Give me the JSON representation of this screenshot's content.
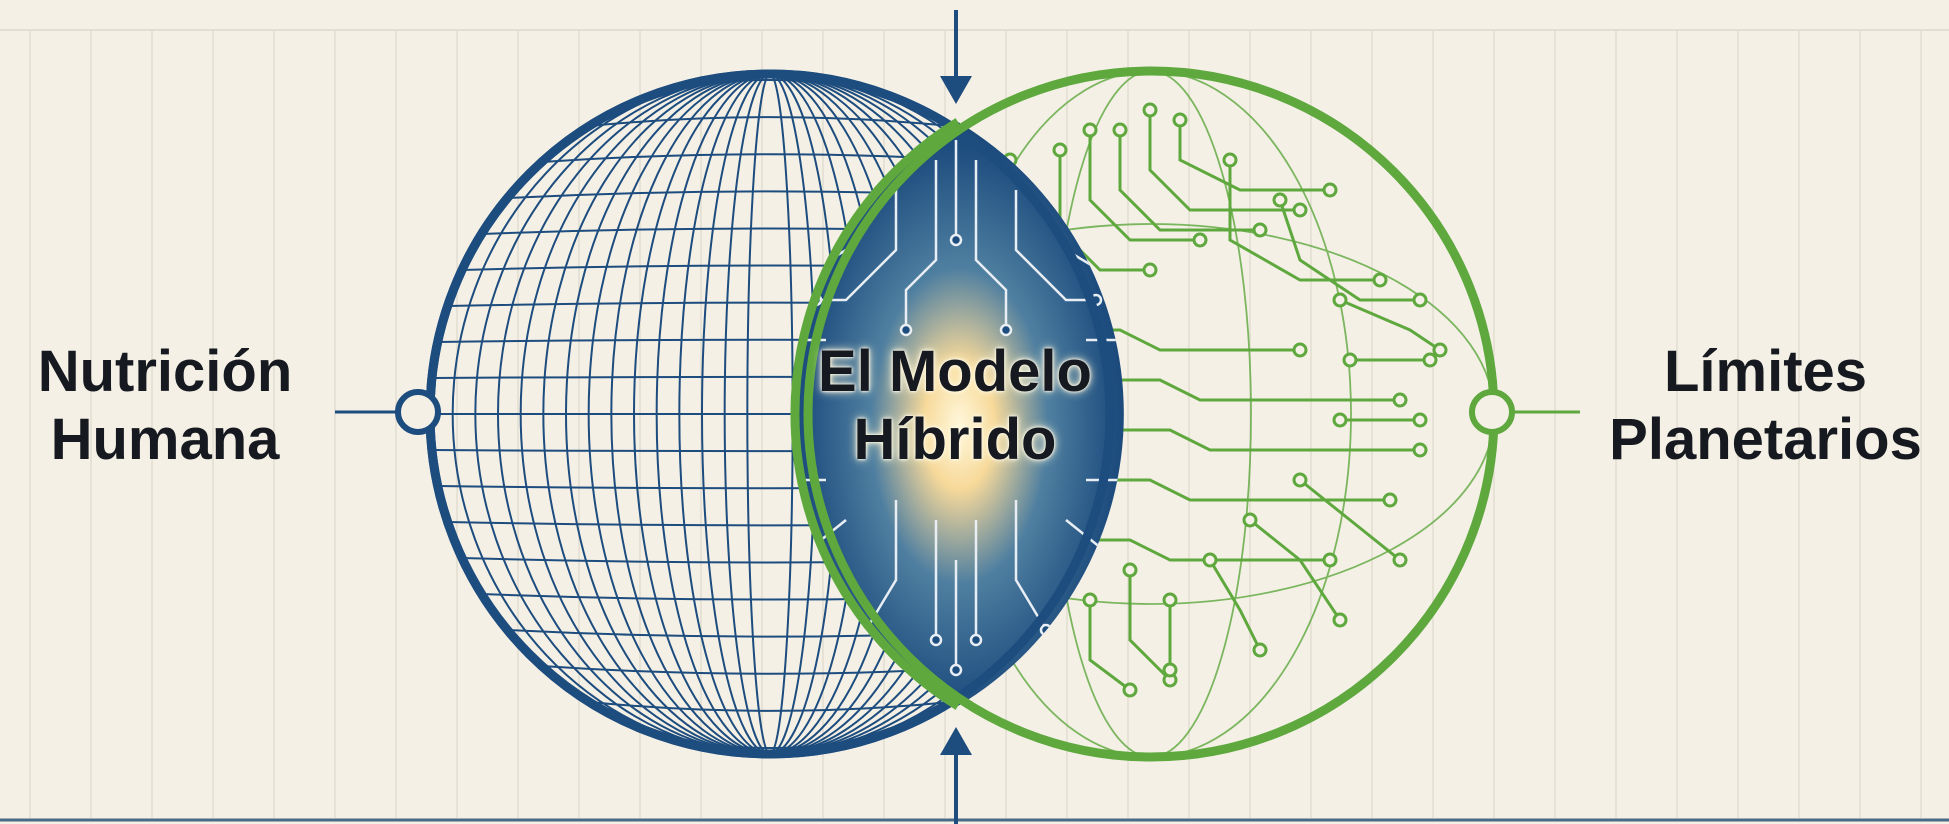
{
  "labels": {
    "left": [
      "Nutrición",
      "Humana"
    ],
    "center": [
      "El Modelo",
      "Híbrido"
    ],
    "right": [
      "Límites",
      "Planetarios"
    ]
  },
  "colors": {
    "background": "#f4f0e6",
    "grid_line": "#e2ddd0",
    "globe_blue": "#1d4c7e",
    "circuit_green": "#5ea83e",
    "center_glow": "#ffe9b0",
    "text": "#16191f"
  },
  "icons": {
    "left": "globe-wireframe-icon",
    "right": "circuit-board-icon",
    "center": "circuit-glow-icon",
    "top": "arrow-down-icon",
    "bottom": "arrow-up-icon"
  }
}
